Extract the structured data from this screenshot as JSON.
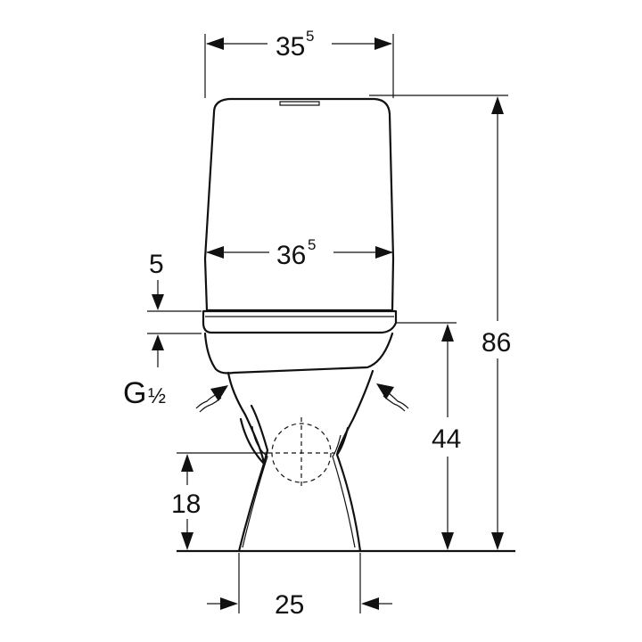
{
  "dimensions": {
    "tank_top_width": {
      "base": "35",
      "superscript": "5"
    },
    "tank_bottom_width": {
      "base": "36",
      "superscript": "5"
    },
    "gap_height": "5",
    "total_height": "86",
    "seat_height": "44",
    "outlet_height": "18",
    "base_width": "25"
  },
  "inlet_label": {
    "letter": "G",
    "fraction": "½"
  }
}
